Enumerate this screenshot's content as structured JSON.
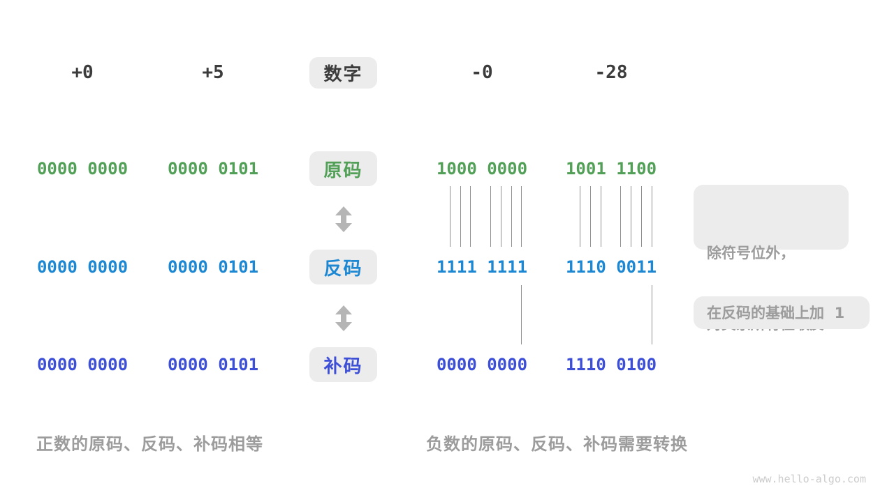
{
  "header": {
    "values": [
      "+0",
      "+5",
      "-0",
      "-28"
    ],
    "label": "数字"
  },
  "rows": {
    "sign": {
      "label": "原码",
      "values": [
        "0000 0000",
        "0000 0101",
        "1000 0000",
        "1001 1100"
      ]
    },
    "ones": {
      "label": "反码",
      "values": [
        "0000 0000",
        "0000 0101",
        "1111 1111",
        "1110 0011"
      ]
    },
    "twos": {
      "label": "补码",
      "values": [
        "0000 0000",
        "0000 0101",
        "0000 0000",
        "1110 0100"
      ]
    }
  },
  "annotations": {
    "invert_line1": "除符号位外，",
    "invert_line2": "对其余所有位取反",
    "add_one": "在反码的基础上加  1"
  },
  "captions": {
    "positive": "正数的原码、反码、补码相等",
    "negative": "负数的原码、反码、补码需要转换"
  },
  "watermark": "www.hello-algo.com",
  "colors": {
    "number": "#3c3c3c",
    "sign_code": "#52a057",
    "ones_code": "#1c87d2",
    "twos_code": "#3d4fd6",
    "box_bg": "#ececec",
    "gray_text": "#9c9c9c",
    "arrow": "#b5b5b5",
    "connector": "#8f8f8f",
    "watermark": "#cccccc"
  }
}
